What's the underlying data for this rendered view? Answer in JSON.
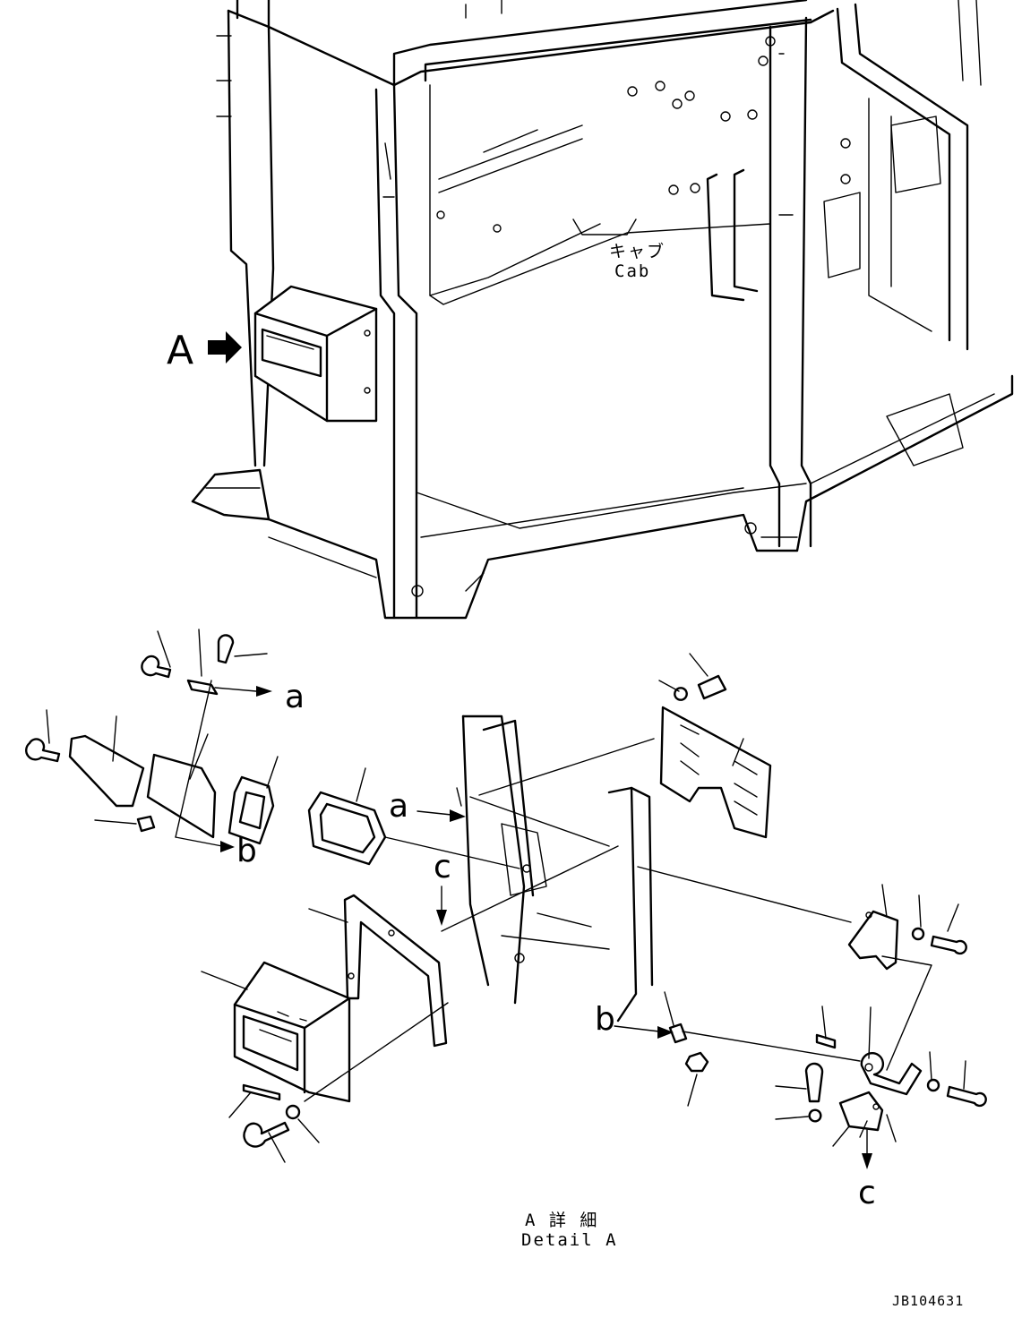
{
  "cab_label": {
    "jp": "キャブ",
    "en": "Cab"
  },
  "view_marker": "A",
  "detail": {
    "jp": "A 詳 細",
    "en": "Detail A"
  },
  "refs": {
    "a": "a",
    "b": "b",
    "c": "c"
  },
  "drawing_number": "JB104631"
}
